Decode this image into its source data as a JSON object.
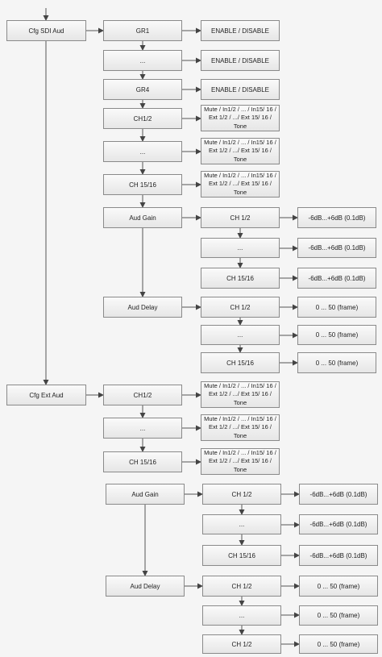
{
  "labels": {
    "cfg_sdi": "Cfg SDI Aud",
    "cfg_ext": "Cfg Ext Aud",
    "gr1": "GR1",
    "ellipsis": "...",
    "gr4": "GR4",
    "enable_disable": "ENABLE / DISABLE",
    "ch12": "CH1/2",
    "ch1516": "CH 15/16",
    "aud_gain": "Aud Gain",
    "aud_delay": "Aud Delay",
    "ch_1_2": "CH 1/2",
    "ch_15_16": "CH 15/16",
    "source_list": "Mute / In1/2 / ... / In15/ 16 / Ext 1/2 / .../ Ext 15/ 16 / Tone",
    "gain_range": "-6dB...+6dB (0.1dB)",
    "delay_range": "0 ... 50 (frame)"
  }
}
